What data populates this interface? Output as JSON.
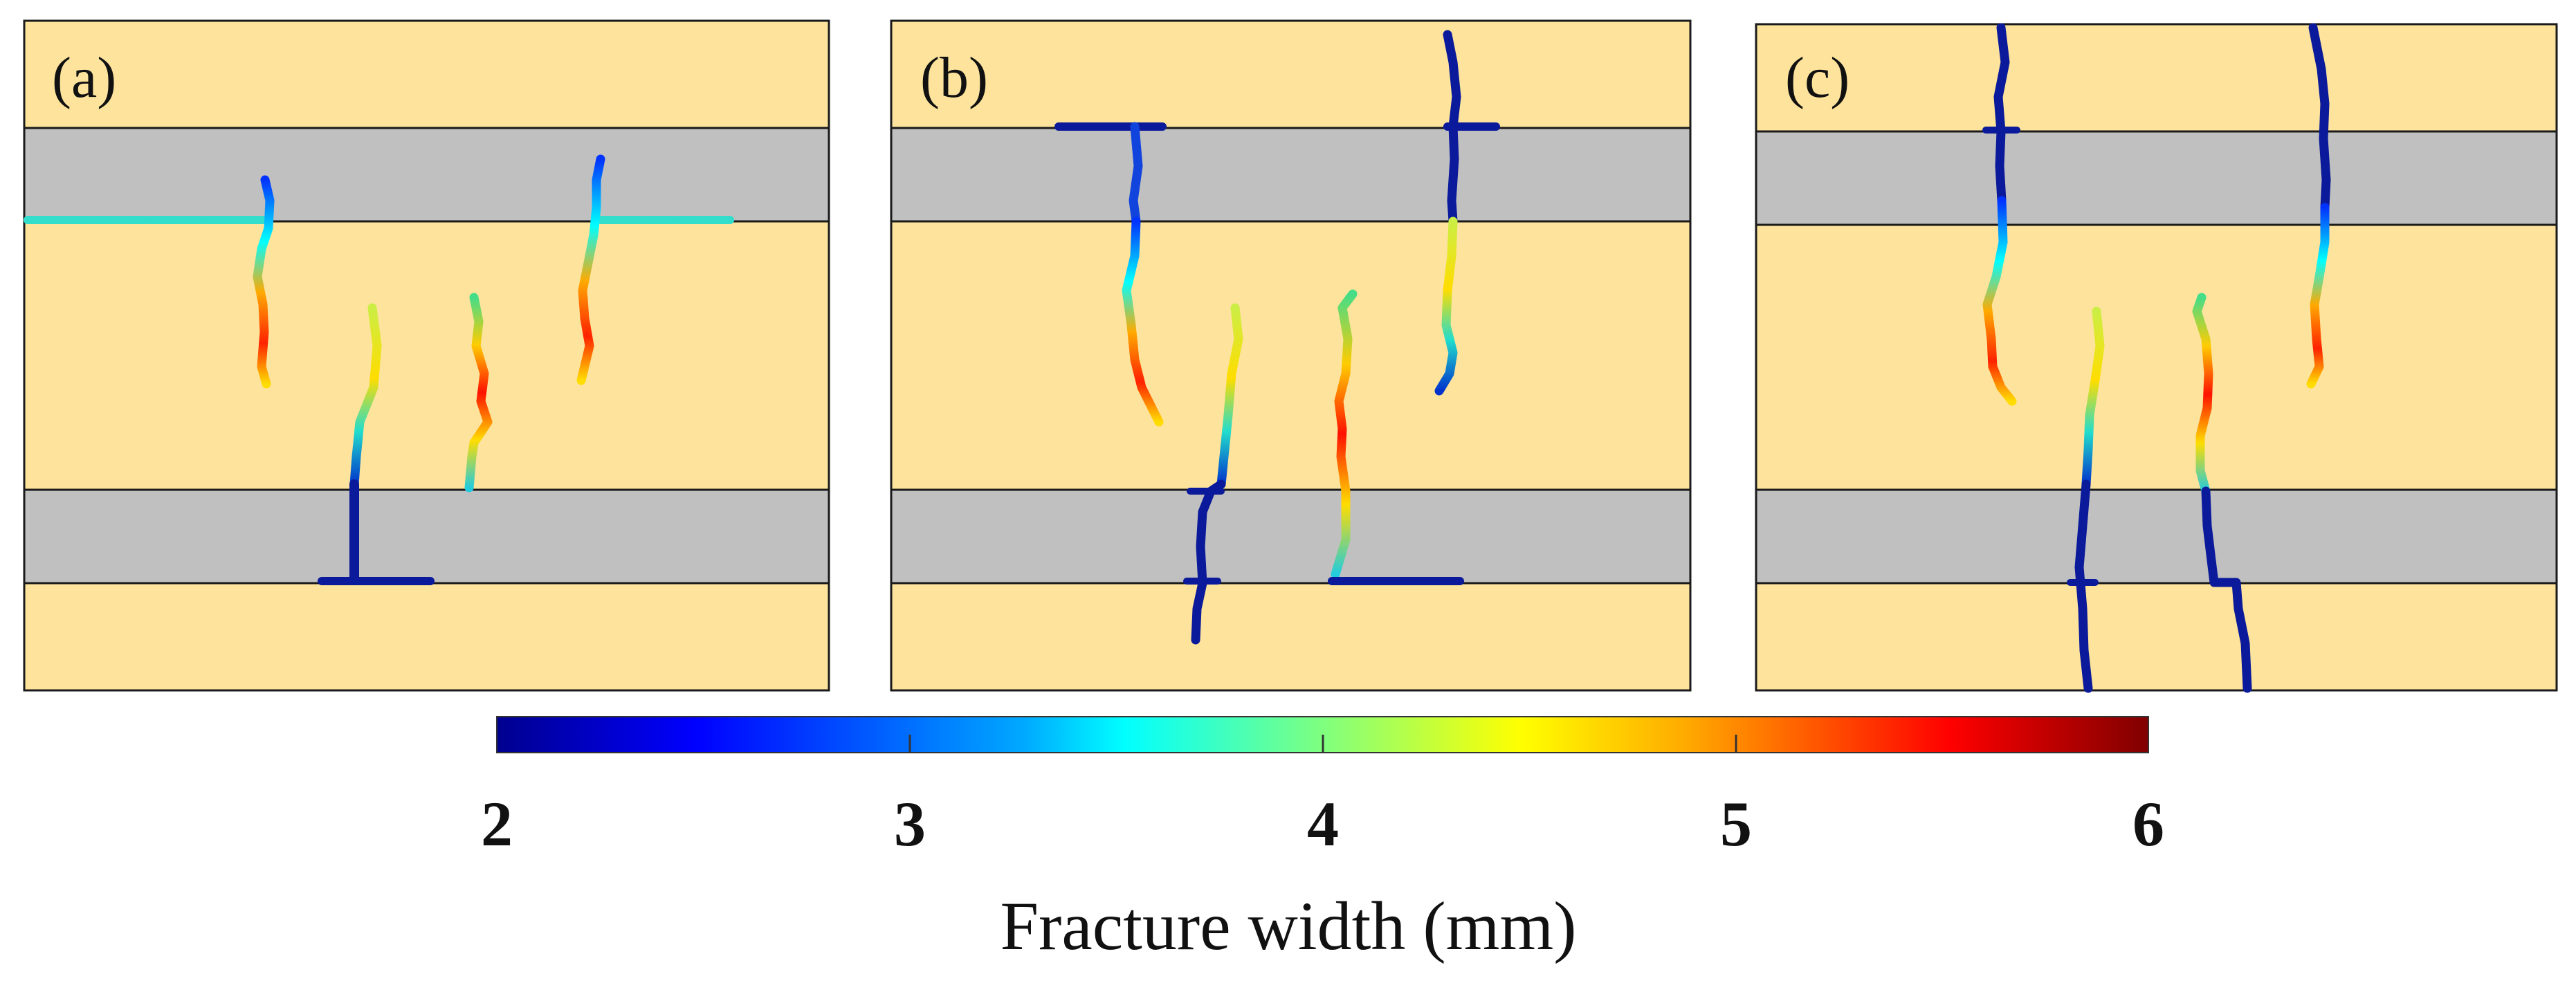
{
  "figure": {
    "panels": [
      {
        "label": "(a)"
      },
      {
        "label": "(b)"
      },
      {
        "label": "(c)"
      }
    ],
    "colors": {
      "rock_layer": "#fde39c",
      "interlayer": "#c0c0c0",
      "border": "#1a1a1a"
    },
    "colorbar": {
      "title": "Fracture width (mm)",
      "min": 2,
      "max": 6,
      "tick_labels": [
        "2",
        "3",
        "4",
        "5",
        "6"
      ],
      "colormap": "jet",
      "colors": [
        "#00008f",
        "#0000ff",
        "#00aaff",
        "#00ffff",
        "#7fff7f",
        "#ffff00",
        "#ffaa00",
        "#ff0000",
        "#800000"
      ]
    }
  }
}
